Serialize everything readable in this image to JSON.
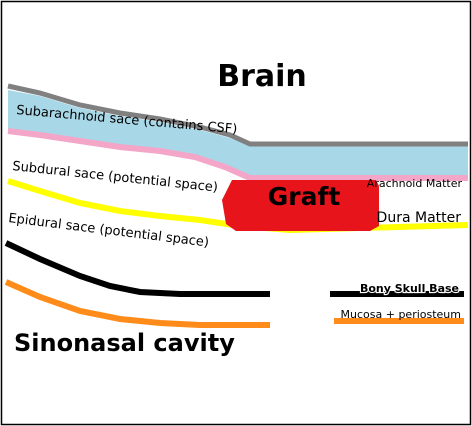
{
  "labels": {
    "brain": "Brain",
    "graft": "Graft",
    "subarachnoid": "Subarachnoid sace (contains CSF)",
    "subdural": "Subdural sace (potential space)",
    "epidural": "Epidural sace (potential space)",
    "arachnoid_matter": "Arachnoid Matter",
    "dura_matter": "Dura Matter",
    "bony_skull_base": "Bony Skull Base",
    "mucosa_periosteum": "Mucosa + periosteum",
    "sinonasal_cavity": "Sinonasal cavity"
  },
  "colors": {
    "border": "#000000",
    "brain_surface": "#808080",
    "csf": "#a8d8e8",
    "arachnoid": "#f4a6c8",
    "dura": "#ffff00",
    "bone": "#000000",
    "mucosa": "#ff8c1a",
    "graft": "#e8141c"
  }
}
